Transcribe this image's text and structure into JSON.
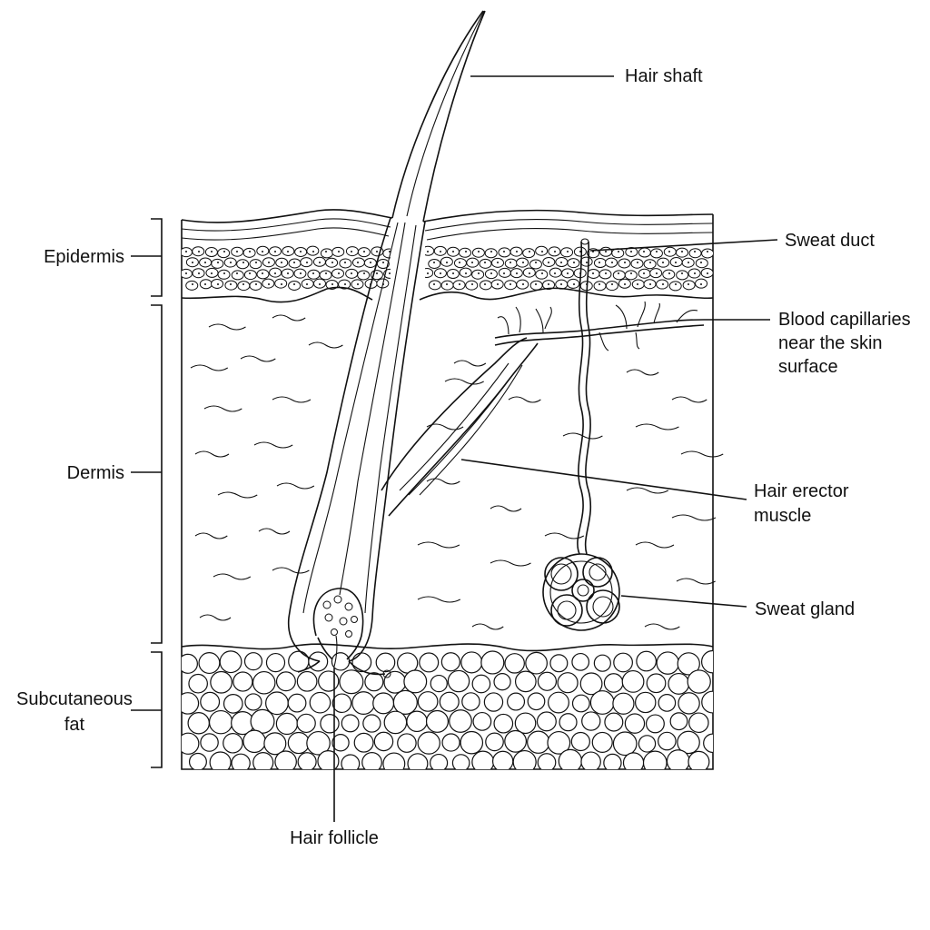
{
  "labels": {
    "hair_shaft": "Hair shaft",
    "sweat_duct": "Sweat duct",
    "epidermis": "Epidermis",
    "blood_capillaries": [
      "Blood capillaries",
      "near the skin",
      "surface"
    ],
    "dermis": "Dermis",
    "hair_erector_muscle": [
      "Hair erector",
      "muscle"
    ],
    "sweat_gland": "Sweat gland",
    "subcutaneous_fat": [
      "Subcutaneous",
      "fat"
    ],
    "hair_follicle": "Hair follicle"
  },
  "colors": {
    "ink": "#111111",
    "background": "#ffffff"
  }
}
